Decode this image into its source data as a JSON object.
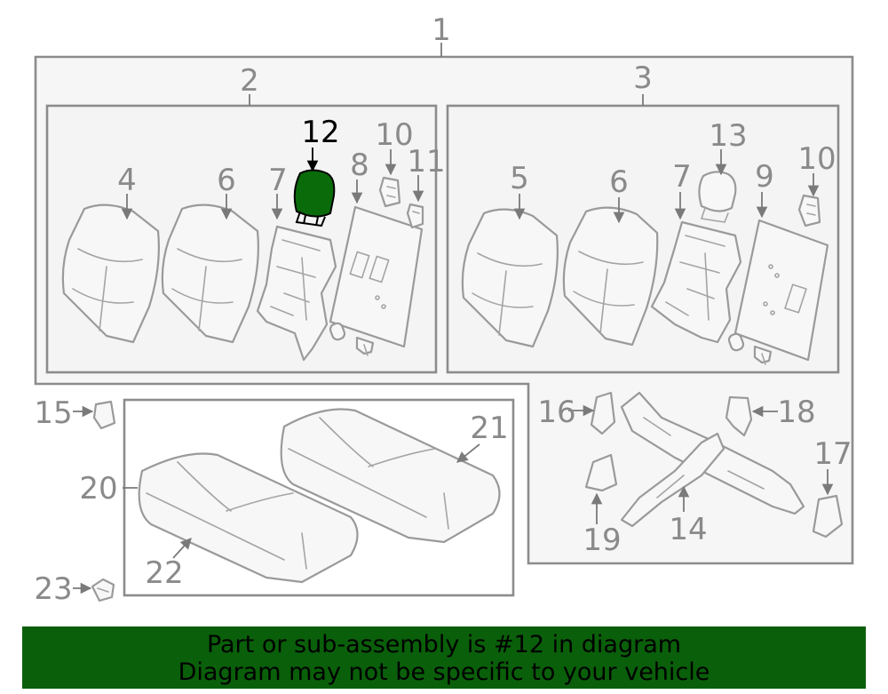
{
  "diagram": {
    "callouts": {
      "c1": "1",
      "c2": "2",
      "c3": "3",
      "c4": "4",
      "c5": "5",
      "c6a": "6",
      "c6b": "6",
      "c7a": "7",
      "c7b": "7",
      "c8": "8",
      "c9": "9",
      "c10a": "10",
      "c10b": "10",
      "c11": "11",
      "c12": "12",
      "c13": "13",
      "c14": "14",
      "c15": "15",
      "c16": "16",
      "c17": "17",
      "c18": "18",
      "c19": "19",
      "c20": "20",
      "c21": "21",
      "c22": "22",
      "c23": "23"
    },
    "highlight_color": "#0a6b0a",
    "highlighted_part": "12"
  },
  "banner": {
    "line1": "Part or sub-assembly is #12 in diagram",
    "line2": "Diagram may not be specific to your vehicle",
    "background": "#0a5f0a"
  }
}
